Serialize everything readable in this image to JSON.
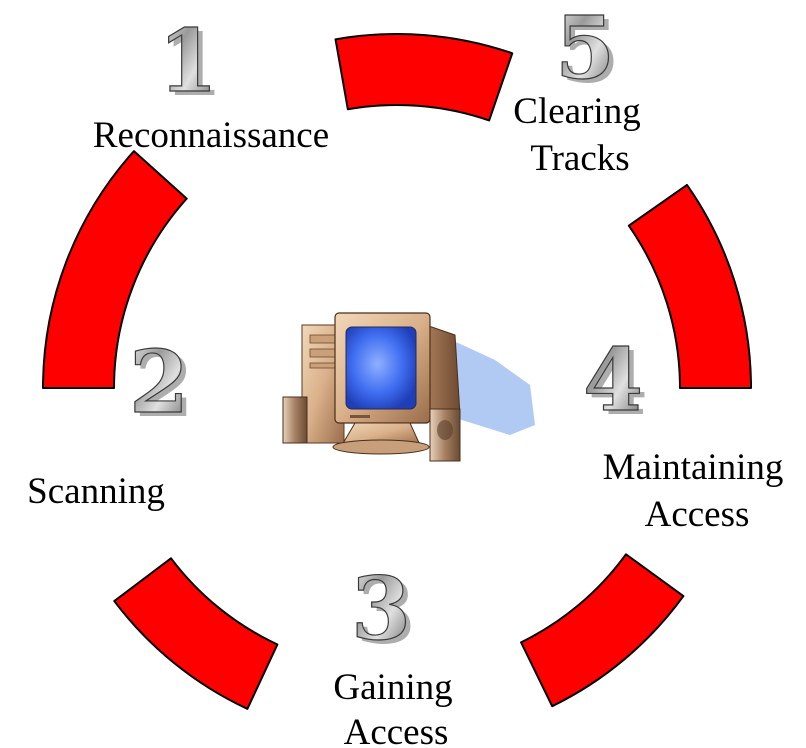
{
  "phases": [
    {
      "number": "1",
      "label_lines": [
        "Reconnaissance"
      ]
    },
    {
      "number": "2",
      "label_lines": [
        "Scanning"
      ]
    },
    {
      "number": "3",
      "label_lines": [
        "Gaining",
        "Access"
      ]
    },
    {
      "number": "4",
      "label_lines": [
        "Maintaining",
        "Access"
      ]
    },
    {
      "number": "5",
      "label_lines": [
        "Clearing",
        "Tracks"
      ]
    }
  ],
  "center_icon": "computer-clipart-icon",
  "colors": {
    "arc_fill": "#ff0000",
    "arc_stroke": "#000000",
    "label_text": "#000000",
    "background": "#ffffff"
  }
}
